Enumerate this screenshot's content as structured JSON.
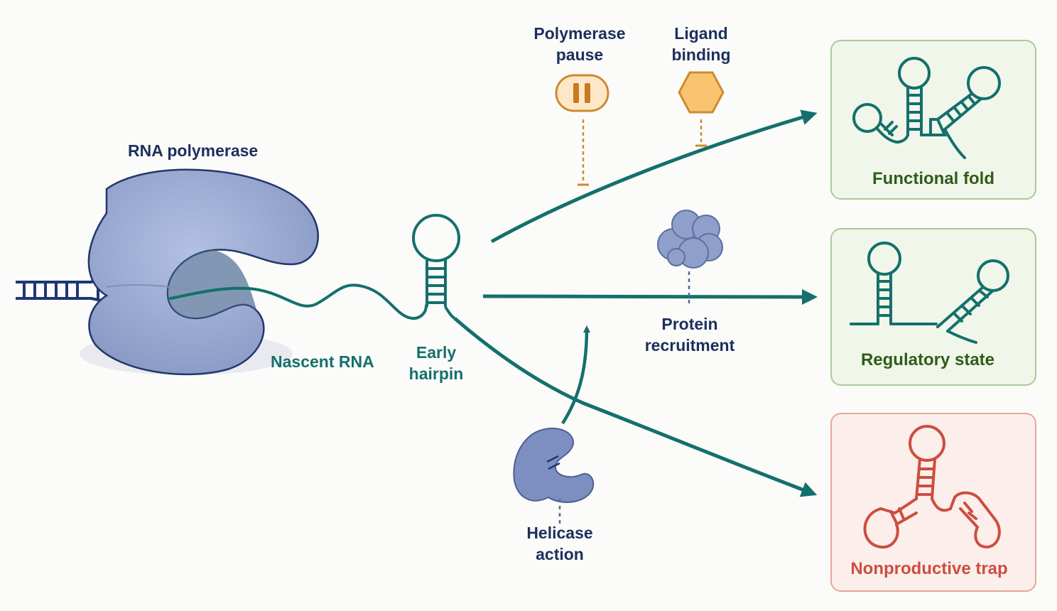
{
  "labels": {
    "rna_polymerase": "RNA polymerase",
    "nascent_rna": "Nascent RNA",
    "early_hairpin": [
      "Early",
      "hairpin"
    ],
    "polymerase_pause": [
      "Polymerase",
      "pause"
    ],
    "ligand_binding": [
      "Ligand",
      "binding"
    ],
    "protein_recruitment": [
      "Protein",
      "recruitment"
    ],
    "helicase_action": [
      "Helicase",
      "action"
    ]
  },
  "outcomes": [
    {
      "title": "Functional fold",
      "status": "productive"
    },
    {
      "title": "Regulatory state",
      "status": "productive"
    },
    {
      "title": "Nonproductive trap",
      "status": "nonproductive"
    }
  ],
  "icons": {
    "pause": "pause-icon",
    "ligand": "hexagon-ligand-icon",
    "protein": "protein-cluster-icon",
    "helicase": "helicase-icon"
  },
  "colors": {
    "navy_text": "#1c2f5e",
    "rna_teal": "#14706c",
    "polymerase_fill": "#98a8cf",
    "pause_orange": "#d08a30",
    "ligand_fill": "#f8c470",
    "productive_green": "#2f5d18",
    "productive_bg": "#f1f6ea",
    "productive_border": "#a8cc94",
    "trap_red": "#cc4e40",
    "trap_bg": "#fcefeb",
    "trap_border": "#eaa597"
  }
}
